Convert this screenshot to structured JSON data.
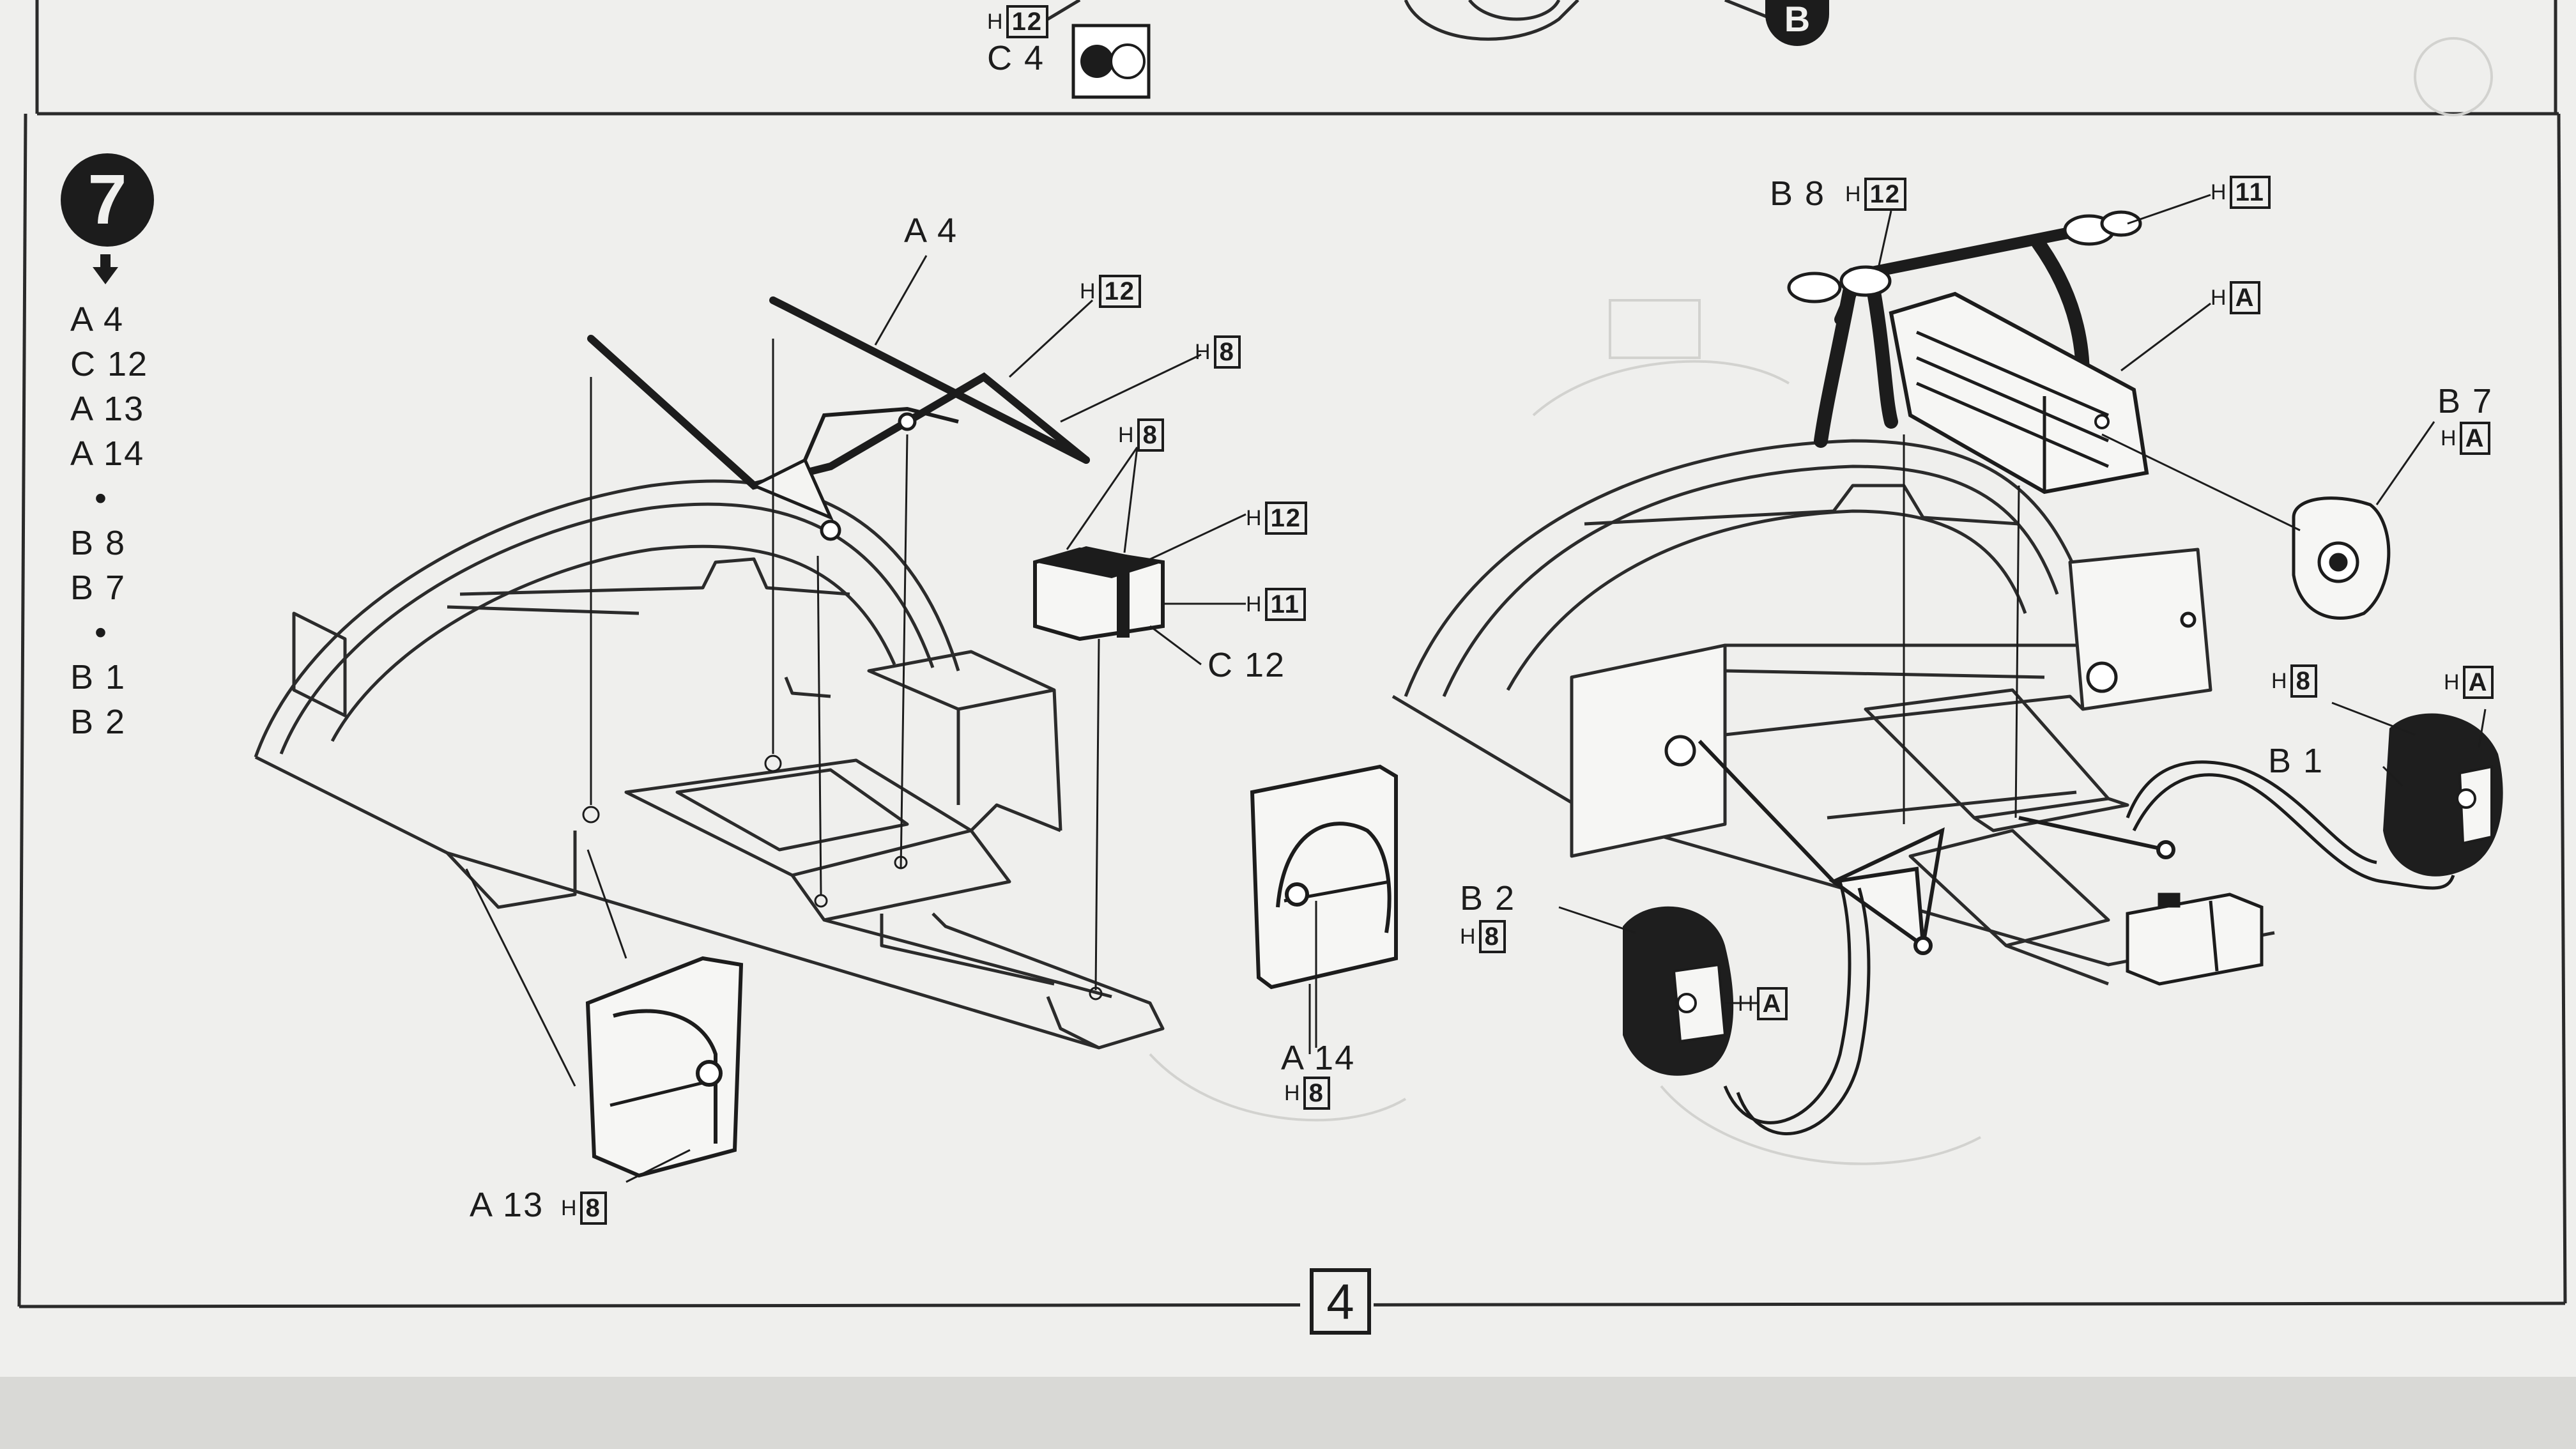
{
  "page": {
    "number": "4"
  },
  "top_strip": {
    "c4_label": "C 4",
    "c4_h": "12",
    "b_badge": "B"
  },
  "step": {
    "number": "7",
    "arrow": "arrow-down-icon",
    "parts": [
      "A 4",
      "C 12",
      "A 13",
      "A 14",
      "•",
      "B 8",
      "B 7",
      "•",
      "B 1",
      "B 2"
    ]
  },
  "callouts": {
    "a4": "A 4",
    "c12": "C 12",
    "a13": "A 13",
    "a14": "A 14",
    "b8": "B 8",
    "b7": "B 7",
    "b1": "B 1",
    "b2": "B 2"
  },
  "paint_codes": {
    "h12a": "12",
    "h8a": "8",
    "h8b": "8",
    "h12b": "12",
    "h11a": "11",
    "a13_h": "8",
    "a14_h": "8",
    "b8_h": "12",
    "h11b": "11",
    "hAa": "A",
    "b7_h": "A",
    "h8c": "8",
    "hAb": "A",
    "b2_h": "8",
    "hAc": "A"
  },
  "h_prefix": "H"
}
